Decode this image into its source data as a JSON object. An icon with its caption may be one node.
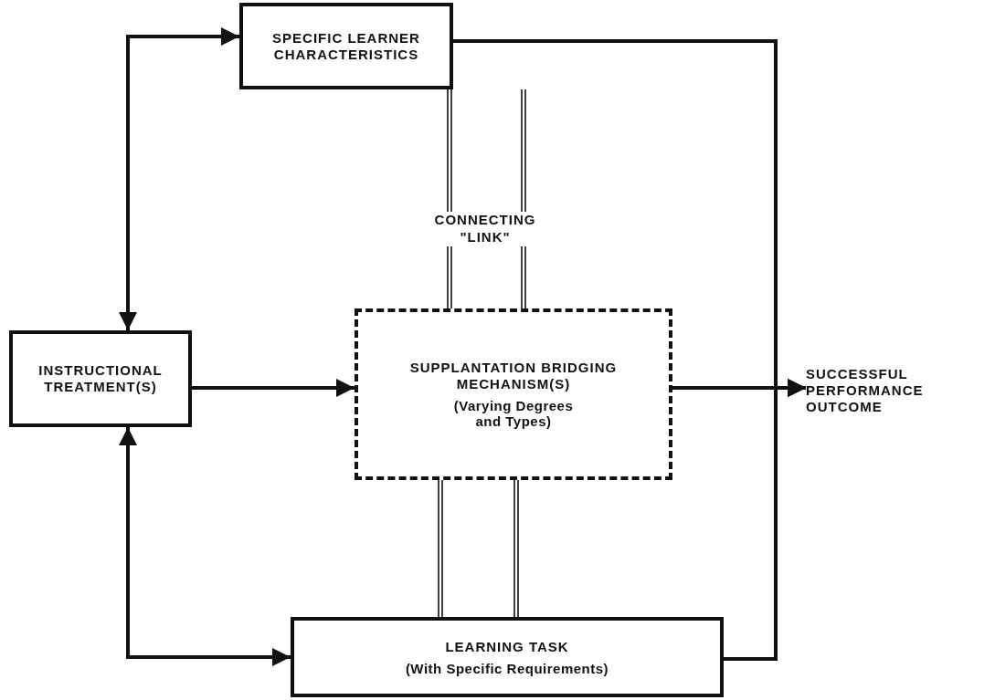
{
  "diagram": {
    "nodes": [
      {
        "text": [
          "SPECIFIC LEARNER CHARACTERISTICS"
        ]
      },
      {
        "text": [
          "INSTRUCTIONAL TREATMENT(S)"
        ]
      },
      {
        "text": [
          "SUPPLANTATION BRIDGING MECHANISM(S)",
          "(Varying Degrees and Types)"
        ]
      },
      {
        "text": [
          "LEARNING TASK",
          "(With Specific Requirements)"
        ]
      },
      {
        "text": [
          "SUCCESSFUL PERFORMANCE OUTCOME"
        ]
      }
    ],
    "edges": [
      {
        "from": 0,
        "to": 1,
        "arrow": "both"
      },
      {
        "from": 1,
        "to": 3,
        "arrow": "both"
      },
      {
        "from": 1,
        "to": 2,
        "arrow": "to"
      },
      {
        "from": 2,
        "to": 4,
        "arrow": "to"
      },
      {
        "from": 0,
        "to": 4,
        "arrow": "to"
      },
      {
        "from": 3,
        "to": 4,
        "arrow": "to"
      },
      {
        "from": 0,
        "to": 2,
        "arrow": "none"
      },
      {
        "from": 0,
        "to": 2,
        "arrow": "none"
      },
      {
        "from": 2,
        "to": 3,
        "arrow": "none"
      },
      {
        "from": 2,
        "to": 3,
        "arrow": "none"
      }
    ],
    "labels": [
      "CONNECTING \"LINK\""
    ]
  }
}
